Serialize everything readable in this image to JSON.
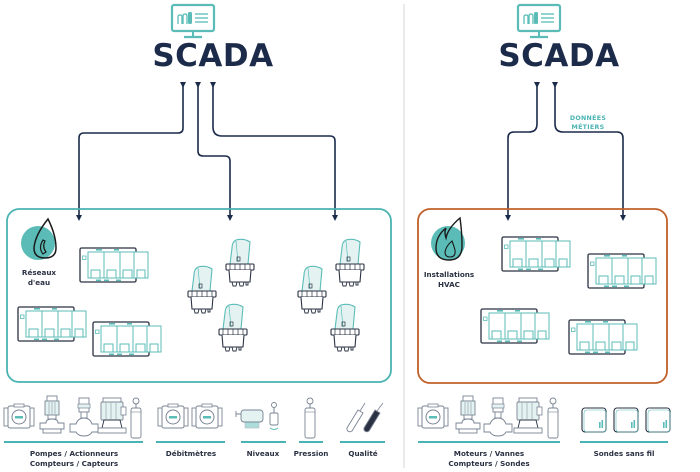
{
  "colors": {
    "navy": "#1c2b4a",
    "teal": "#4ab3b3",
    "teal_fill": "#5bbcb7",
    "orange": "#c0602a",
    "divider": "#dcdcdc"
  },
  "left": {
    "title": "SCADA",
    "icon": "monitor-chart-icon",
    "zone_label_line1": "Réseaux",
    "zone_label_line2": "d'eau",
    "zone_icon": "water-drop-icon",
    "categories": [
      {
        "label_line1": "Pompes / Actionneurs",
        "label_line2": "Compteurs / Capteurs"
      },
      {
        "label_line1": "Débitmètres",
        "label_line2": ""
      },
      {
        "label_line1": "Niveaux",
        "label_line2": ""
      },
      {
        "label_line1": "Pression",
        "label_line2": ""
      },
      {
        "label_line1": "Qualité",
        "label_line2": ""
      }
    ]
  },
  "right": {
    "title": "SCADA",
    "icon": "monitor-chart-icon",
    "data_label_line1": "DONNÉES",
    "data_label_line2": "MÉTIERS",
    "zone_label_line1": "Installations",
    "zone_label_line2": "HVAC",
    "zone_icon": "flame-icon",
    "categories": [
      {
        "label_line1": "Moteurs / Vannes",
        "label_line2": "Compteurs / Sondes"
      },
      {
        "label_line1": "Sondes sans fil",
        "label_line2": ""
      }
    ]
  }
}
